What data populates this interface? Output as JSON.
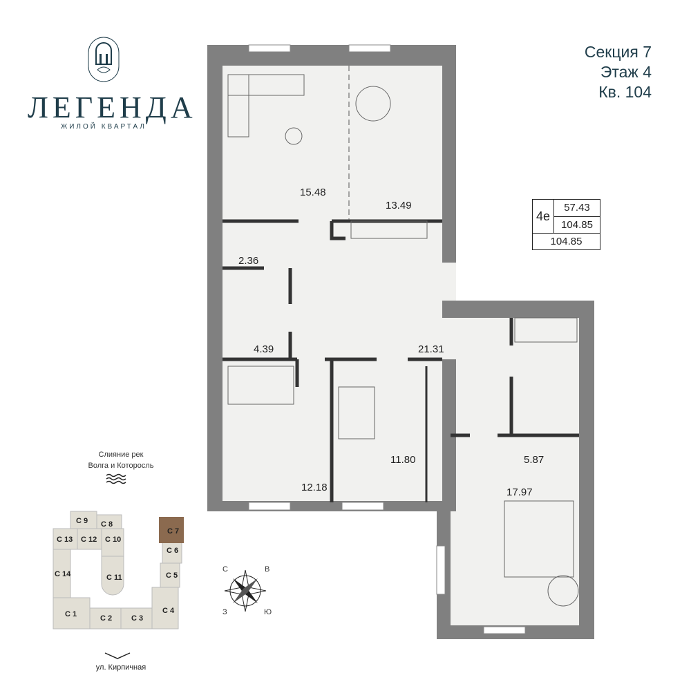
{
  "logo": {
    "name": "ЛЕГЕНДА",
    "tagline": "ЖИЛОЙ КВАРТАЛ",
    "icon": "arched-window-icon"
  },
  "apartment": {
    "section": "Секция 7",
    "floor": "Этаж 4",
    "number": "Кв. 104"
  },
  "summary": {
    "type": "4е",
    "living_area": "57.43",
    "total_area": "104.85",
    "total_area_full": "104.85"
  },
  "rooms": [
    {
      "name": "living",
      "area": "15.48"
    },
    {
      "name": "kitchen",
      "area": "13.49"
    },
    {
      "name": "storage",
      "area": "2.36"
    },
    {
      "name": "bathroom-1",
      "area": "4.39"
    },
    {
      "name": "hall",
      "area": "21.31"
    },
    {
      "name": "bedroom-1",
      "area": "12.18"
    },
    {
      "name": "bedroom-2",
      "area": "11.80"
    },
    {
      "name": "bathroom-2",
      "area": "5.87"
    },
    {
      "name": "bedroom-3",
      "area": "17.97"
    }
  ],
  "site_map": {
    "river_label_1": "Слияние рек",
    "river_label_2": "Волга и Которосль",
    "street": "ул. Кирпичная",
    "highlight_color": "#8b6a4f",
    "sections": [
      "С 1",
      "С 2",
      "С 3",
      "С 4",
      "С 5",
      "С 6",
      "С 7",
      "С 8",
      "С 9",
      "С 10",
      "С 11",
      "С 12",
      "С 13",
      "С 14"
    ],
    "selected": "С 7"
  },
  "compass": {
    "n": "С",
    "e": "В",
    "w": "З",
    "s": "Ю"
  },
  "colors": {
    "brand": "#1f3d4a",
    "wall": "#808080",
    "floor": "#f1f1ef"
  }
}
